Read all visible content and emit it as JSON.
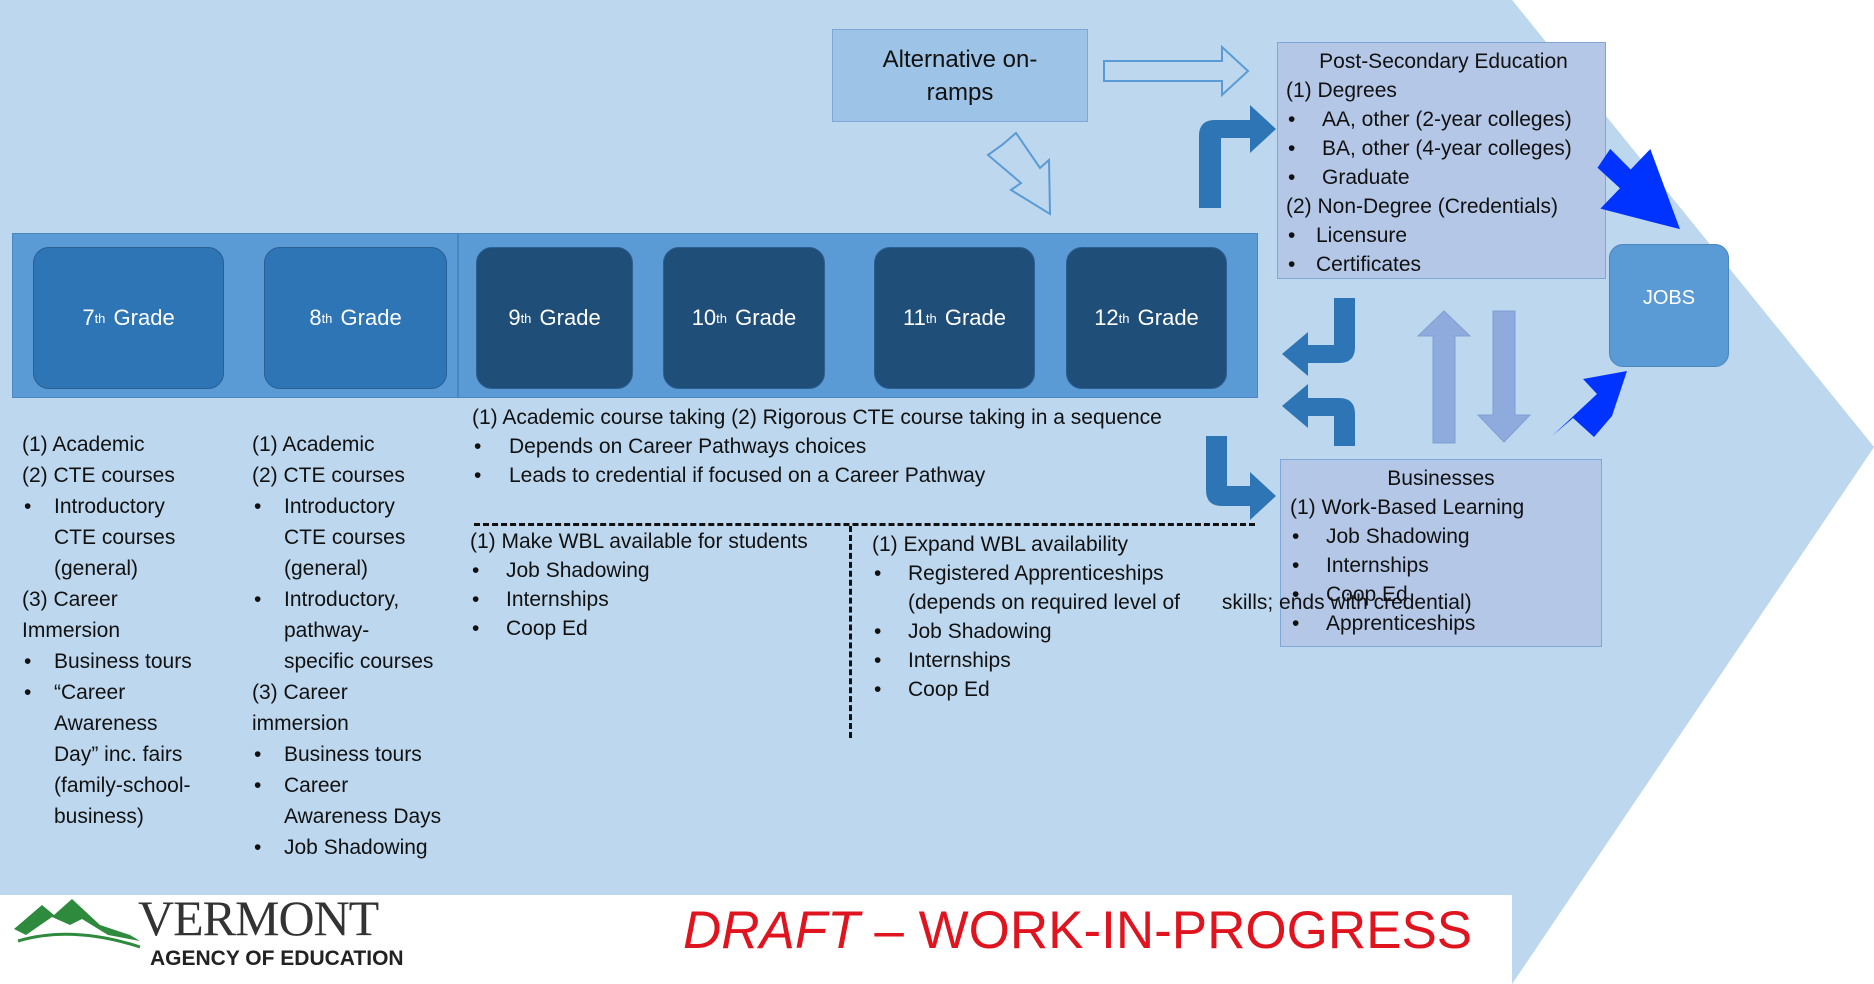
{
  "grades": [
    {
      "num": "7",
      "sup": "th",
      "label": "Grade"
    },
    {
      "num": "8",
      "sup": "th",
      "label": "Grade"
    },
    {
      "num": "9",
      "sup": "th",
      "label": "Grade"
    },
    {
      "num": "10",
      "sup": "th",
      "label": "Grade"
    },
    {
      "num": "11",
      "sup": "th",
      "label": "Grade"
    },
    {
      "num": "12",
      "sup": "th",
      "label": "Grade"
    }
  ],
  "alt_onramps": {
    "line1": "Alternative on-",
    "line2": "ramps"
  },
  "post_secondary": {
    "title": "Post-Secondary Education",
    "lines": [
      "(1)  Degrees",
      "AA, other (2-year colleges)",
      "BA, other (4-year colleges)",
      "Graduate",
      "(2) Non-Degree (Credentials)",
      "Licensure",
      "Certificates"
    ]
  },
  "jobs": "JOBS",
  "businesses": {
    "title": "Businesses",
    "lines": [
      "(1)  Work-Based Learning",
      "Job Shadowing",
      "Internships",
      "Coop Ed",
      "Apprenticeships"
    ]
  },
  "grade7_notes": [
    "(1)  Academic",
    "(2)  CTE courses",
    "Introductory",
    "CTE courses",
    "(general)",
    "(3) Career",
    "Immersion",
    "Business tours",
    "“Career",
    "Awareness",
    "Day” inc. fairs",
    "(family-school-",
    "business)"
  ],
  "grade8_notes": [
    "(1)  Academic",
    "(2)  CTE courses",
    "Introductory",
    "CTE courses",
    "(general)",
    "Introductory,",
    "pathway-",
    "specific courses",
    "(3) Career",
    "immersion",
    "Business tours",
    "Career",
    "Awareness Days",
    "Job Shadowing"
  ],
  "hs_notes": [
    "(1)  Academic course taking",
    "(2)  Rigorous CTE course taking in a sequence",
    "Depends on Career Pathways choices",
    "Leads to credential if focused on a Career Pathway"
  ],
  "wbl_students": [
    "(1) Make WBL available for",
    "students",
    "Job Shadowing",
    "Internships",
    "Coop Ed"
  ],
  "wbl_expand": [
    "(1) Expand WBL availability",
    "Registered Apprenticeships",
    "(depends on required level of",
    "skills; ends with credential)",
    "Job Shadowing",
    "Internships",
    "Coop Ed"
  ],
  "footer": {
    "draft_italic": "DRAFT",
    "draft_rest": " – WORK-IN-PROGRESS"
  },
  "logo": {
    "name": "VERMONT",
    "sub": "AGENCY OF EDUCATION"
  },
  "colors": {
    "arrow_bg": "#bdd7ee",
    "grade_light": "#2e75b6",
    "grade_dark": "#1f4e79",
    "flow_arrow": "#2e75b6",
    "jobs_arrow": "#0033ff",
    "draft": "#e0141e"
  }
}
